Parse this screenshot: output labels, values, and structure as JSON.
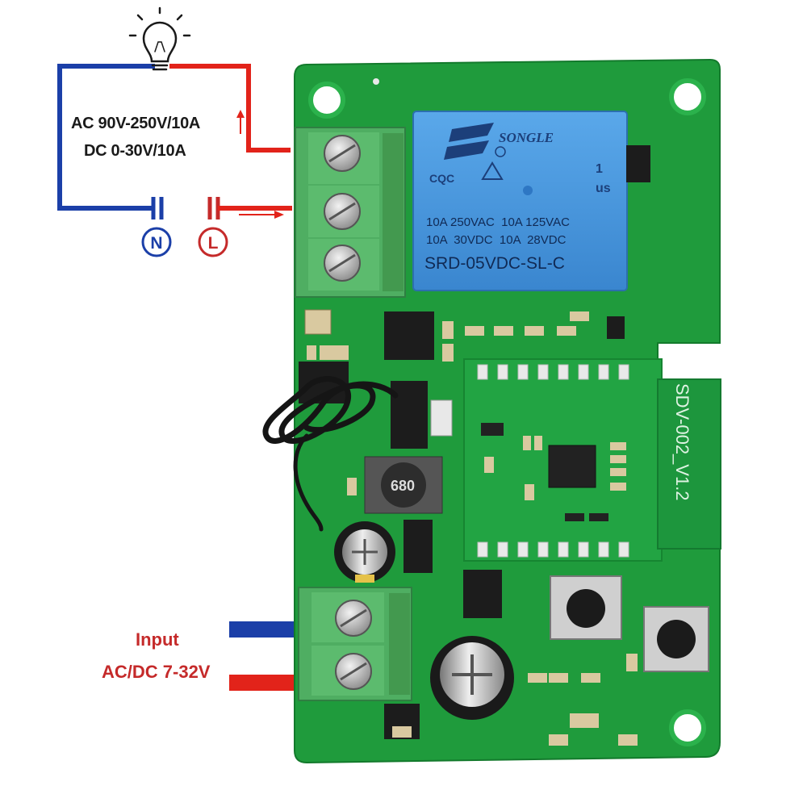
{
  "load_rating": {
    "ac_line": "AC 90V-250V/10A",
    "dc_line": "DC 0-30V/10A"
  },
  "terminals": {
    "neutral": "N",
    "live": "L"
  },
  "input": {
    "title": "Input",
    "voltage": "AC/DC 7-32V"
  },
  "relay": {
    "brand": "SONGLE",
    "cert": "CQC",
    "ul": "us",
    "ul_digit": "1",
    "rating_row1": "10A 250VAC  10A 125VAC",
    "rating_row2": "10A  30VDC  10A  28VDC",
    "model": "SRD-05VDC-SL-C"
  },
  "module": {
    "silk": "SDV-002_V1.2",
    "inductor_code": "680"
  },
  "colors": {
    "neutral_wire": "#1b3fa8",
    "live_wire": "#e2231a",
    "pcb": "#1f9b3c",
    "relay": "#4a9be0",
    "terminal_block": "#4fae62"
  },
  "icons": {
    "lamp": "light-bulb-icon"
  }
}
